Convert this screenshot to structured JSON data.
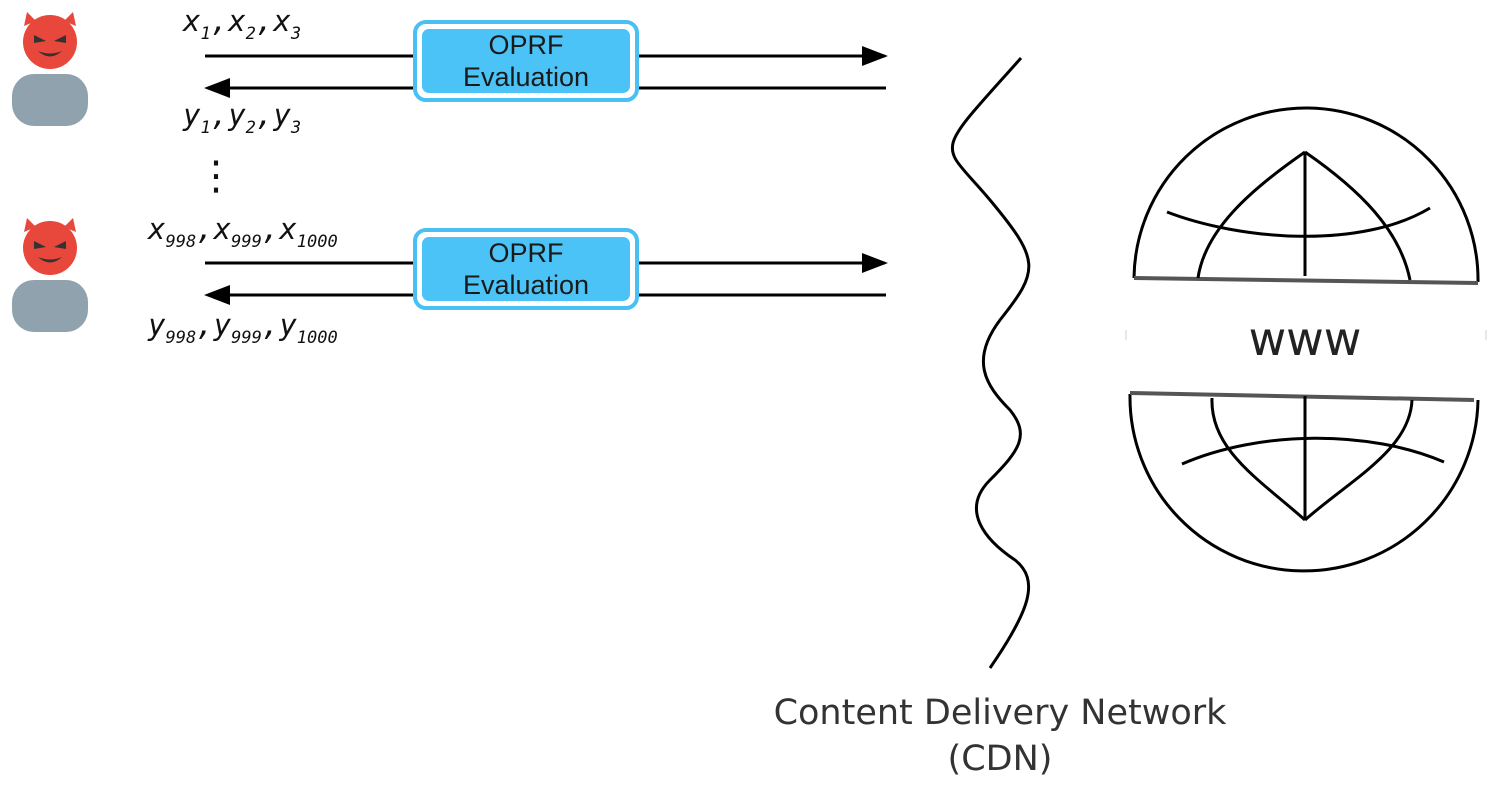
{
  "clients": [
    {
      "inputs": {
        "x1_base": "x",
        "x1_sub": "1",
        "x2_base": "x",
        "x2_sub": "2",
        "x3_base": "x",
        "x3_sub": "3"
      },
      "outputs": {
        "y1_base": "y",
        "y1_sub": "1",
        "y2_base": "y",
        "y2_sub": "2",
        "y3_base": "y",
        "y3_sub": "3"
      },
      "box_line1": "OPRF",
      "box_line2": "Evaluation"
    },
    {
      "inputs": {
        "x1_base": "x",
        "x1_sub": "998",
        "x2_base": "x",
        "x2_sub": "999",
        "x3_base": "x",
        "x3_sub": "1000"
      },
      "outputs": {
        "y1_base": "y",
        "y1_sub": "998",
        "y2_base": "y",
        "y2_sub": "999",
        "y3_base": "y",
        "y3_sub": "1000"
      },
      "box_line1": "OPRF",
      "box_line2": "Evaluation"
    }
  ],
  "ellipsis": "⋮",
  "separator": ",",
  "cdn": {
    "line1": "Content Delivery Network",
    "line2": "(CDN)"
  },
  "globe_text": "www",
  "icons": {
    "client": "devil-face-icon",
    "globe": "globe-icon"
  },
  "colors": {
    "box_fill": "#4cc3f7",
    "box_border": "#49c0f4",
    "devil": "#e8473b",
    "avatar_body": "#8fa2ad"
  }
}
